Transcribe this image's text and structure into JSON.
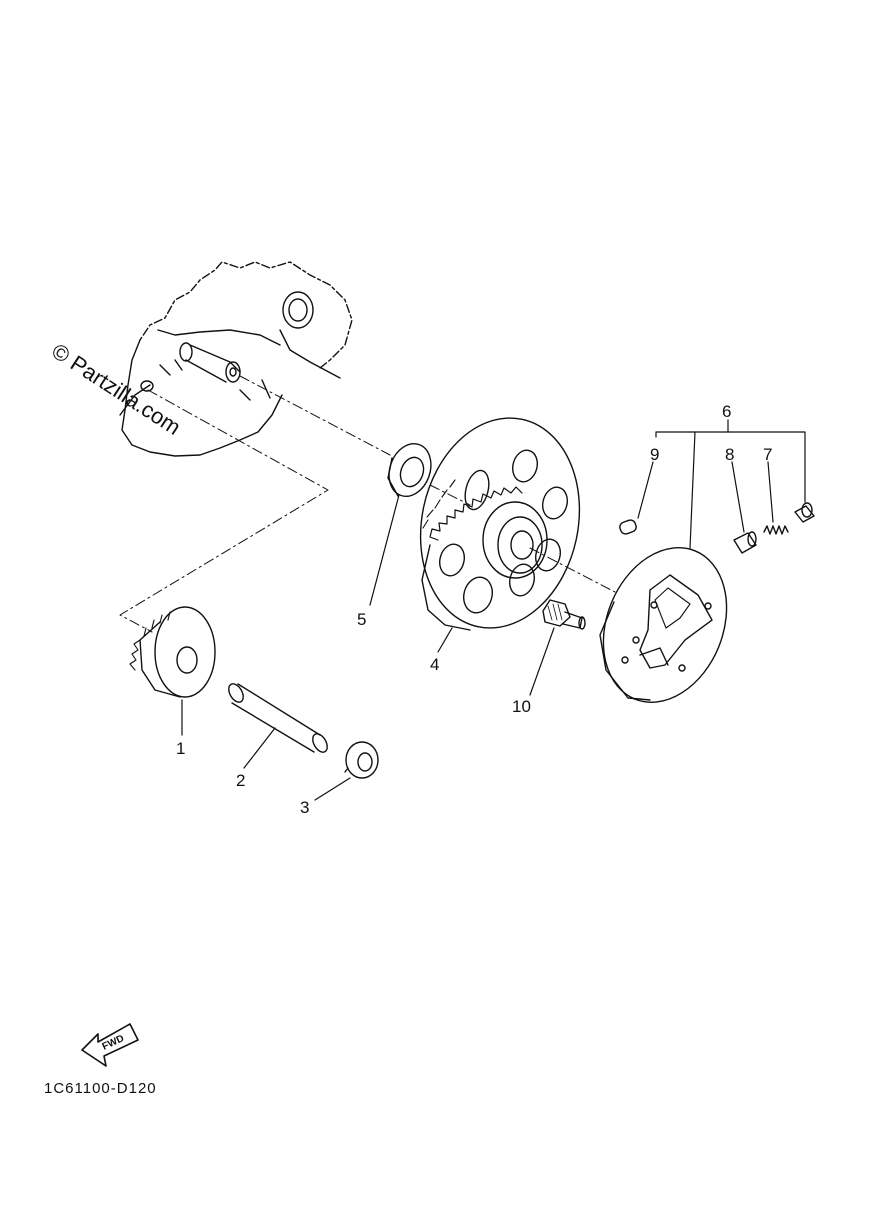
{
  "watermark": "© Partzilla.com",
  "callouts": {
    "c1": "1",
    "c2": "2",
    "c3": "3",
    "c4": "4",
    "c5": "5",
    "c6": "6",
    "c7": "7",
    "c8": "8",
    "c9": "9",
    "c10": "10"
  },
  "fwd_label": "FWD",
  "diagram_code": "1C61100-D120",
  "colors": {
    "ink": "#111111",
    "background": "#ffffff"
  }
}
